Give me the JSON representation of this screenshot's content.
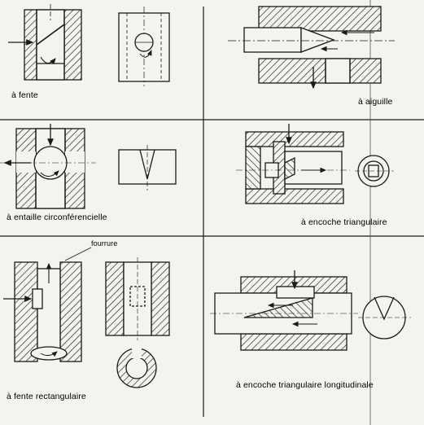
{
  "captions": {
    "fente": "à fente",
    "aiguille": "à aiguille",
    "entaille": "à entaille circonférencielle",
    "encoche": "à encoche triangulaire",
    "fourrure": "fourrure",
    "fente_rect": "à fente rectangulaire",
    "encoche_long": "à encoche triangulaire longitudinale"
  },
  "colors": {
    "ink": "#1a1a1a",
    "paper": "#f4f3ef",
    "hatch": "#2a2a2a"
  }
}
